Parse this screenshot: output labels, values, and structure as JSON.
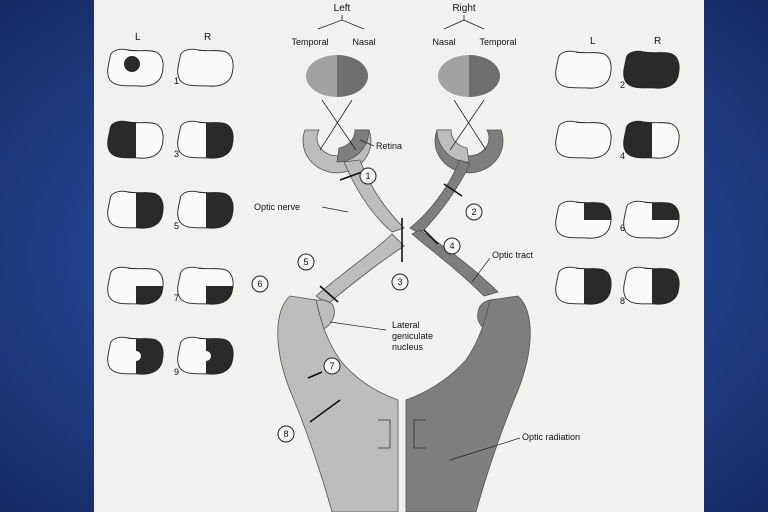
{
  "header": {
    "left_eye": "Left",
    "right_eye": "Right"
  },
  "eye_labels": {
    "temporal": "Temporal",
    "nasal": "Nasal"
  },
  "field_side_labels": {
    "left": "L",
    "right": "R"
  },
  "structures": {
    "retina": "Retina",
    "optic_nerve": "Optic nerve",
    "optic_tract": "Optic tract",
    "lgn_line1": "Lateral",
    "lgn_line2": "geniculate",
    "lgn_line3": "nucleus",
    "optic_radiation": "Optic radiation"
  },
  "lesions": [
    "1",
    "2",
    "3",
    "4",
    "5",
    "6",
    "7",
    "8"
  ],
  "field_defects": [
    {
      "number": "1",
      "description": "left central scotoma"
    },
    {
      "number": "2",
      "description": "right eye blind"
    },
    {
      "number": "3",
      "description": "bitemporal hemianopia"
    },
    {
      "number": "4",
      "description": "right nasal hemianopia"
    },
    {
      "number": "5",
      "description": "right homonymous hemianopia"
    },
    {
      "number": "6",
      "description": "right upper quadrantanopia"
    },
    {
      "number": "7",
      "description": "right lower quadrantanopia"
    },
    {
      "number": "8",
      "description": "right homonymous hemianopia"
    },
    {
      "number": "9",
      "description": "right hemianopia with macular sparing"
    }
  ],
  "colors": {
    "slide_background": "#22418c",
    "page_background": "#f1f1ef",
    "light_pathway": "#bdbdbd",
    "dark_pathway": "#7e7e7e",
    "field_defect": "#2a2a2a"
  }
}
